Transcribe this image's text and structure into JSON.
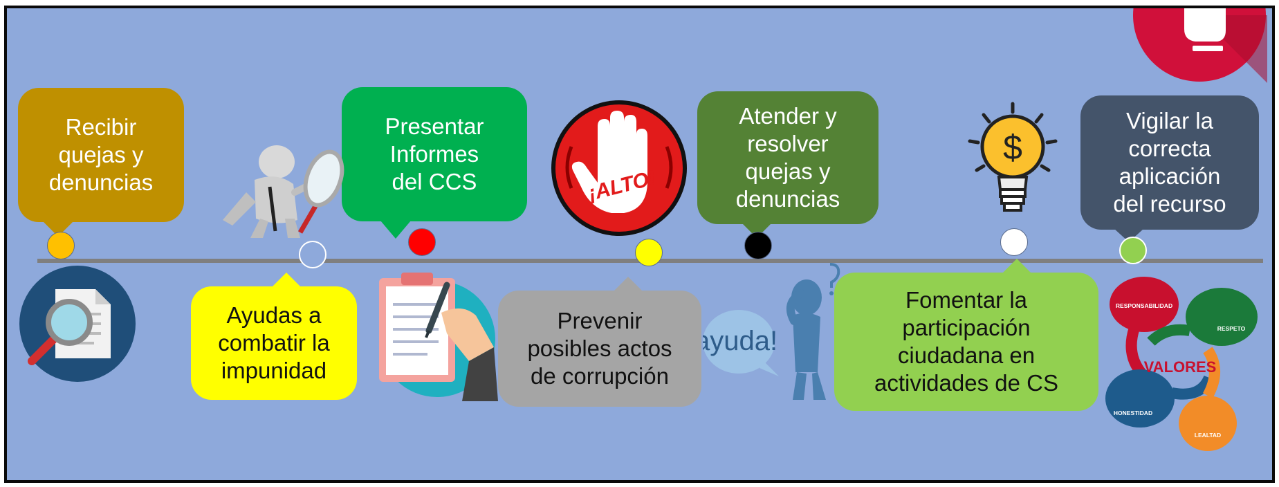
{
  "colors": {
    "canvas": "#8EA9DB",
    "timeline": "#7f7f7f",
    "item1": "#BF9000",
    "item2": "#FFFF00",
    "item3": "#00B050",
    "item4": "#A5A5A5",
    "item5": "#548235",
    "item6": "#92D050",
    "item7": "#44546A"
  },
  "items": [
    {
      "text": "Recibir\nquejas y\ndenuncias",
      "dot_color": "#FFC000"
    },
    {
      "text": "Ayudas a\ncombatir la\nimpunidad",
      "dot_color": "#8EA9DB"
    },
    {
      "text": "Presentar\nInformes\ndel CCS",
      "dot_color": "#FF0000"
    },
    {
      "text": "Prevenir\nposibles actos\nde corrupción",
      "dot_color": "#FFFF00"
    },
    {
      "text": "Atender y\nresolver\nquejas y\ndenuncias",
      "dot_color": "#000000"
    },
    {
      "text": "Fomentar la\nparticipación\nciudadana en\nactividades de CS",
      "dot_color": "#FFFFFF"
    },
    {
      "text": "Vigilar la\ncorrecta\naplicación\ndel recurso",
      "dot_color": "#92D050"
    }
  ],
  "illustrations": {
    "alto_text": "¡ALTO!",
    "ayuda_text": "ayuda!",
    "dollar_symbol": "$",
    "valores": {
      "center": "VALORES",
      "labels": [
        "RESPONSABILIDAD",
        "RESPETO",
        "HONESTIDAD",
        "LEALTAD"
      ]
    }
  }
}
